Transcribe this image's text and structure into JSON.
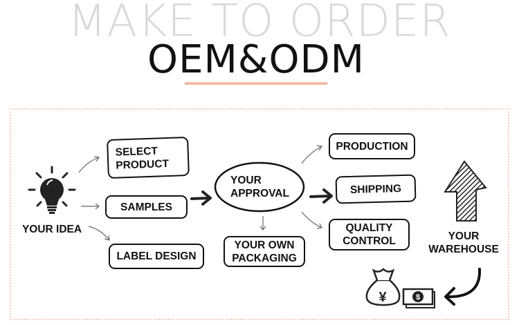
{
  "header": {
    "background_title": "MAKE TO ORDER",
    "title": "OEM&ODM"
  },
  "diagram": {
    "start": "YOUR IDEA",
    "options": [
      "SELECT PRODUCT",
      "SAMPLES",
      "LABEL DESIGN"
    ],
    "approval": "YOUR APPROVAL",
    "packaging": "YOUR OWN PACKAGING",
    "stages": [
      "PRODUCTION",
      "SHIPPING",
      "QUALITY CONTROL"
    ],
    "destination": "YOUR WAREHOUSE",
    "payment_icons": {
      "bag_symbol": "¥",
      "bill_symbol": "$"
    }
  },
  "colors": {
    "accent": "#f3bda5",
    "ink": "#111111",
    "faded": "#d9d9d9"
  }
}
